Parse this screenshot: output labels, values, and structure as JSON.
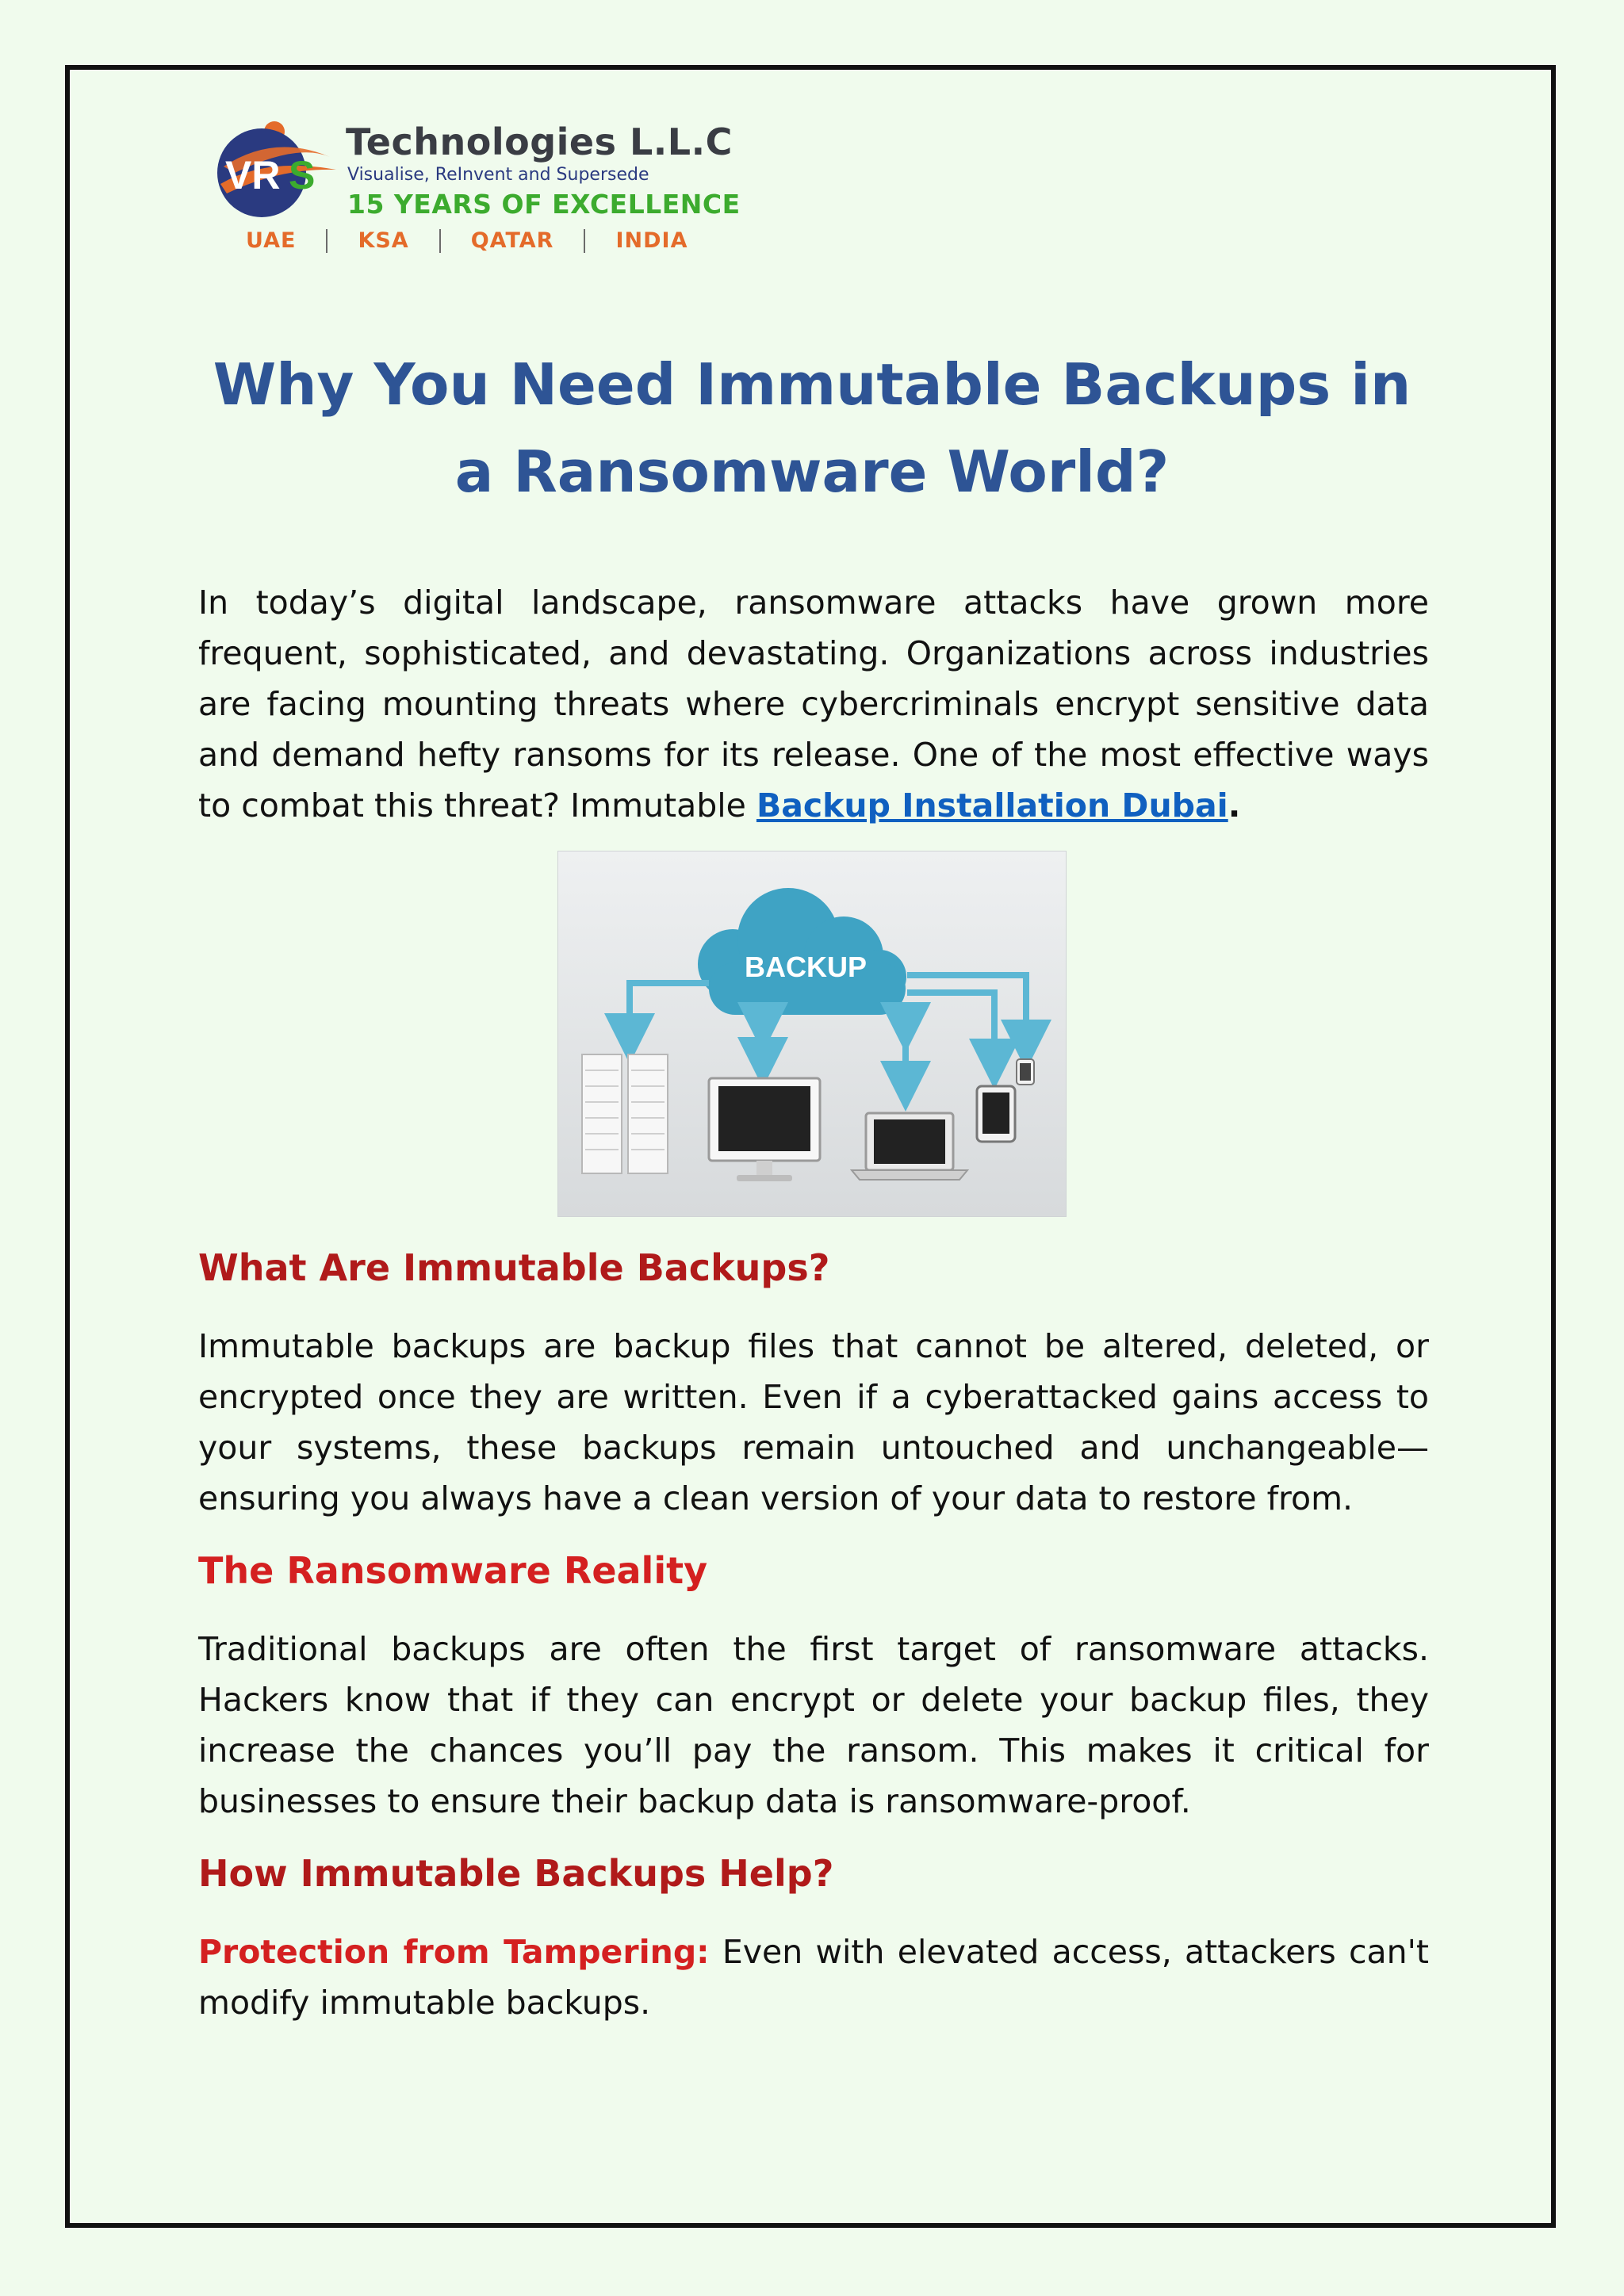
{
  "logo": {
    "mark_text": "VRS",
    "company": "Technologies L.L.C",
    "tagline": "Visualise, ReInvent and Supersede",
    "years": "15 YEARS OF EXCELLENCE",
    "regions": [
      "UAE",
      "KSA",
      "QATAR",
      "INDIA"
    ],
    "colors": {
      "navy": "#2a3a80",
      "orange": "#e46b2a",
      "green": "#3cab2e"
    }
  },
  "title": "Why You Need Immutable Backups in a Ransomware World?",
  "intro": {
    "text": "In today’s digital landscape, ransomware attacks have grown more frequent, sophisticated, and devastating. Organizations across industries are facing mounting threats where cybercriminals encrypt sensitive data and demand hefty ransoms for its release. One of the most effective ways to combat this threat? Immutable ",
    "link_text": "Backup Installation Dubai",
    "trailing": "."
  },
  "figure": {
    "cloud_label": "BACKUP",
    "icons": [
      "server-rack-icon",
      "desktop-monitor-icon",
      "laptop-icon",
      "tablet-icon",
      "phone-icon"
    ],
    "colors": {
      "cloud": "#3fa3c4",
      "arrow": "#5cb7d4"
    }
  },
  "sections": [
    {
      "heading": "What Are Immutable Backups?",
      "body": "Immutable backups are backup files that cannot be altered, deleted, or encrypted once they are written. Even if a cyberattacked gains access to your systems, these backups remain untouched and unchangeable—ensuring you always have a clean version of your data to restore from."
    },
    {
      "heading": "The Ransomware Reality",
      "body": "Traditional backups are often the first target of ransomware attacks. Hackers know that if they can encrypt or delete your backup files, they increase the chances you’ll pay the ransom. This makes it critical for businesses to ensure their backup data is ransomware-proof."
    },
    {
      "heading": "How Immutable Backups Help?",
      "items": [
        {
          "lead": "Protection from Tampering:",
          "text": " Even with elevated access, attackers can't modify immutable backups."
        }
      ]
    }
  ],
  "colors": {
    "background": "#f0fbed",
    "title": "#2e5495",
    "heading": "#b01a1a",
    "heading_bright": "#d42020",
    "link": "#1060c0"
  }
}
